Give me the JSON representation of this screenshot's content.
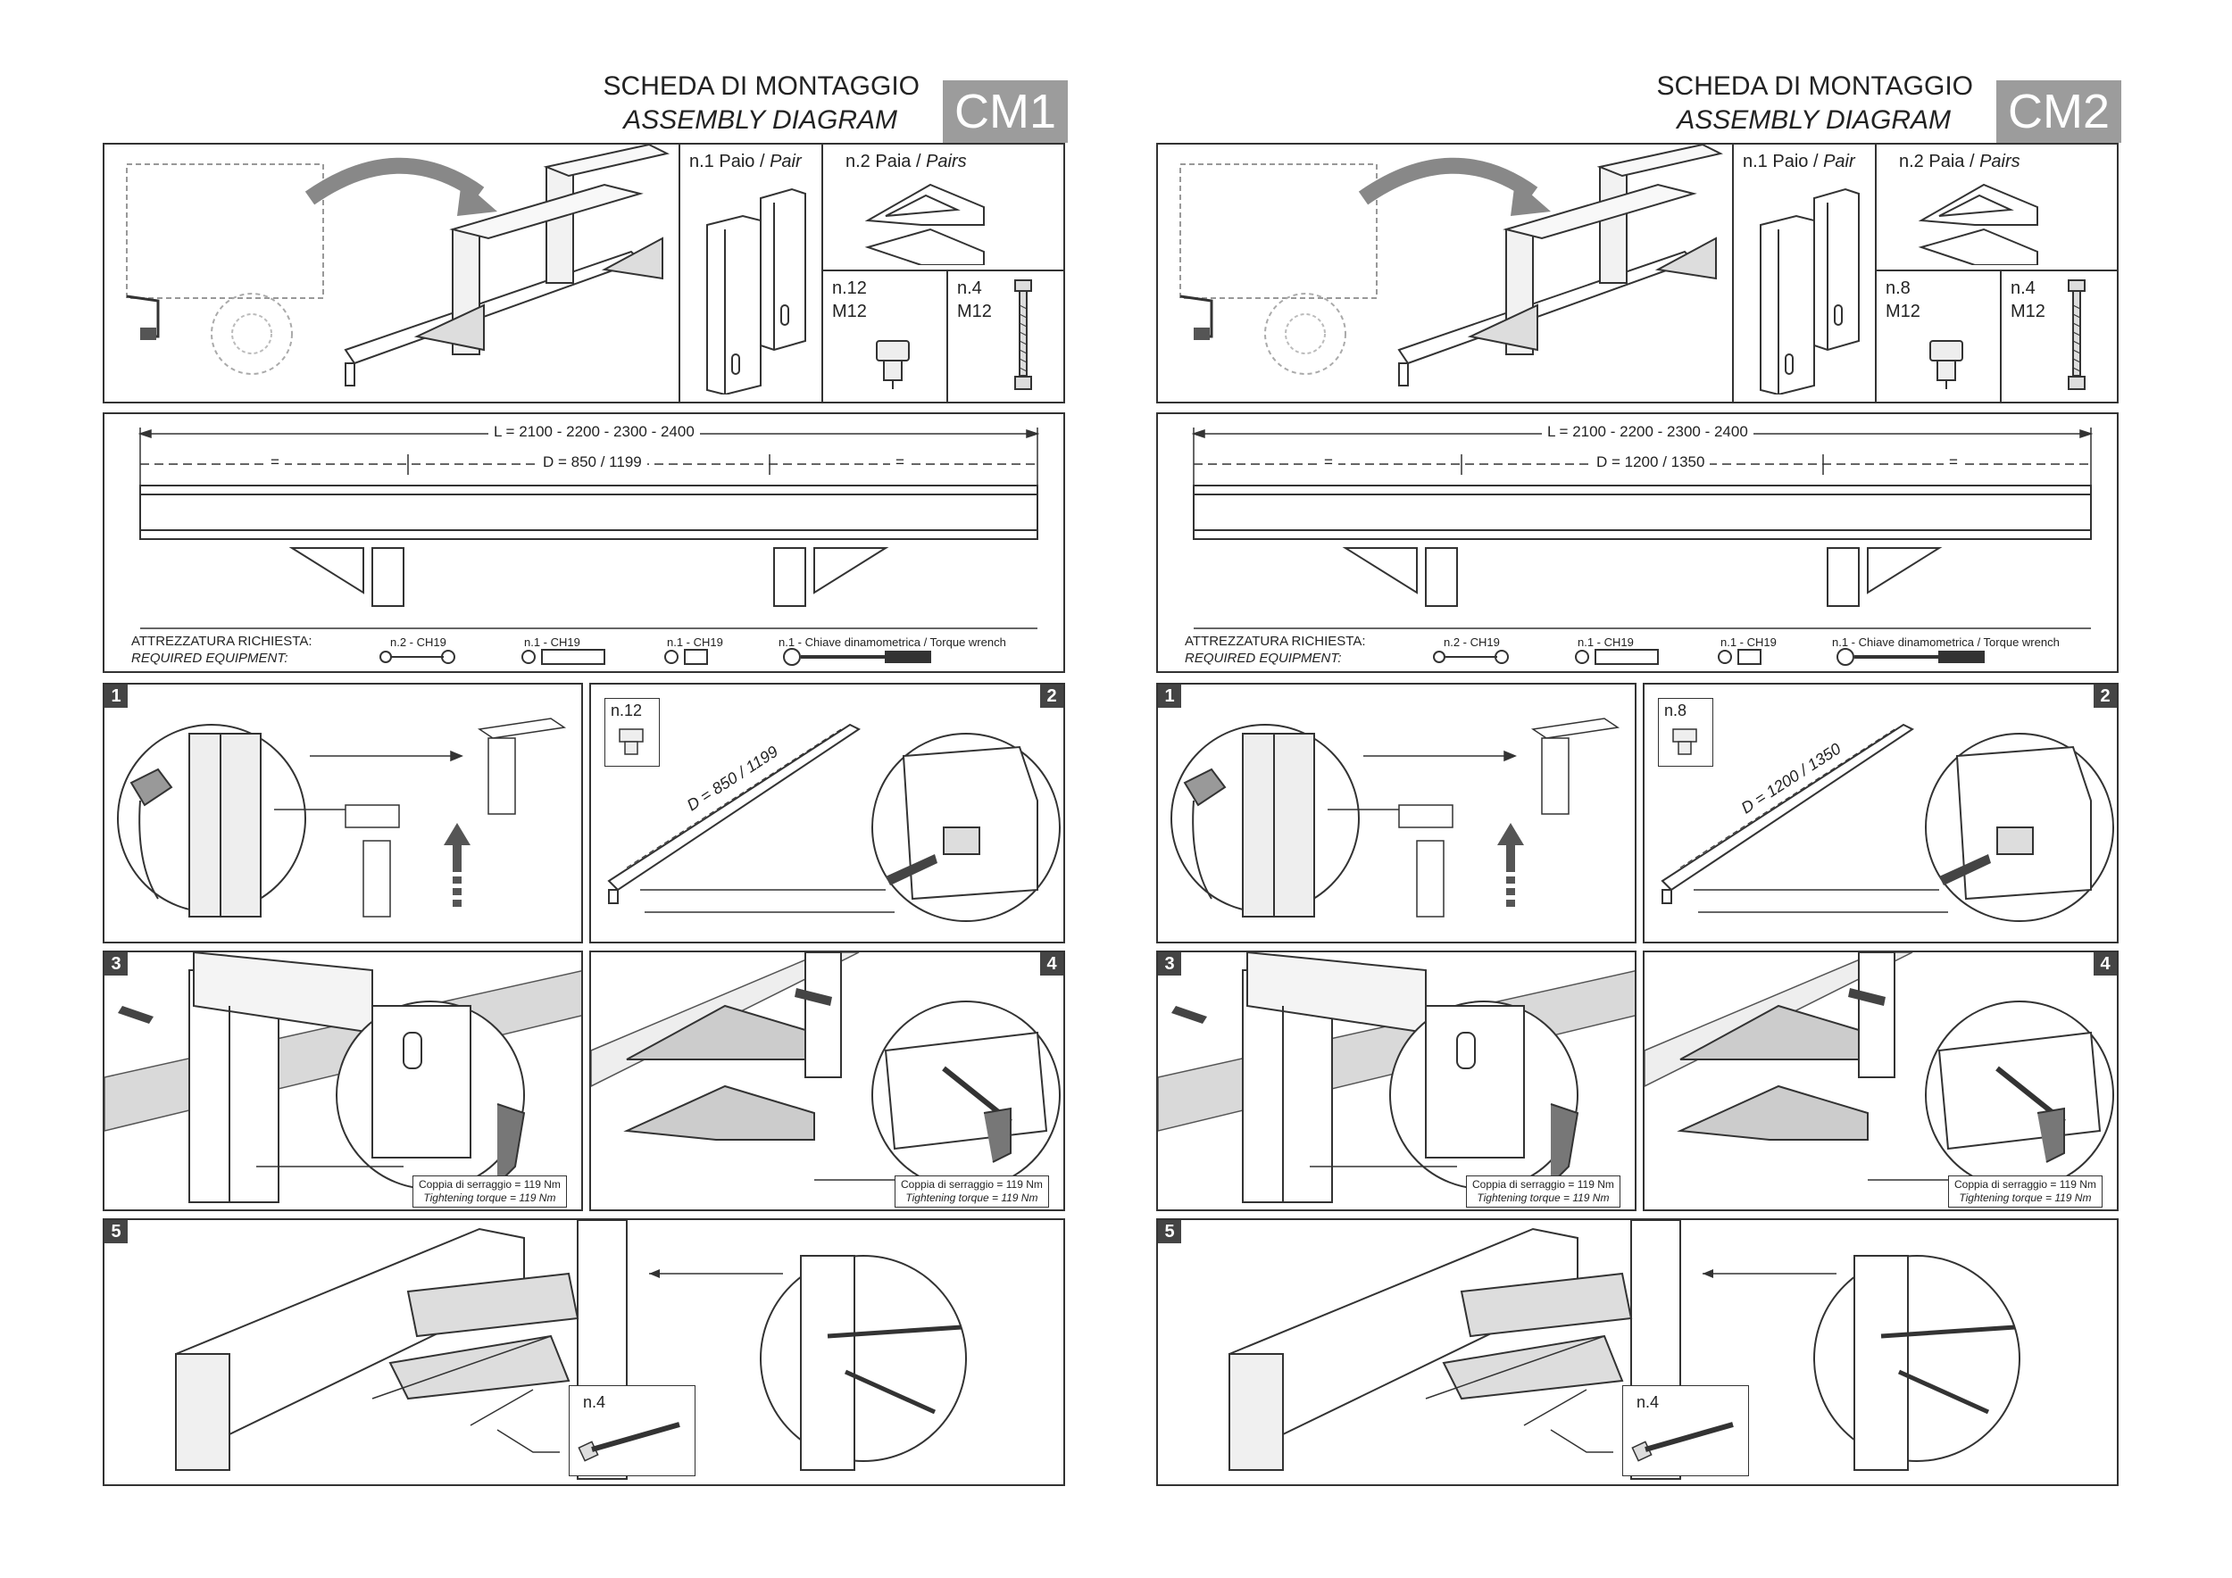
{
  "sheets": [
    {
      "code": "CM1",
      "title_it": "SCHEDA DI MONTAGGIO",
      "title_en": "ASSEMBLY DIAGRAM",
      "parts": {
        "pair_label": "n.1 Paio / ",
        "pair_label_en": "Pair",
        "pairs_label": "n.2 Paia / ",
        "pairs_label_en": "Pairs",
        "nuts_qty": "n.12",
        "nuts_size": "M12",
        "bolts_qty": "n.4",
        "bolts_size": "M12"
      },
      "dimensions": {
        "length": "L = 2100 - 2200 - 2300 - 2400",
        "distance": "D = 850 / 1199",
        "equal": "="
      },
      "equipment": {
        "title_it": "ATTREZZATURA RICHIESTA:",
        "title_en": "REQUIRED EQUIPMENT:",
        "items": [
          "n.2 - CH19",
          "n.1 - CH19",
          "n.1 - CH19",
          "n.1 - Chiave dinamometrica / Torque wrench"
        ]
      },
      "steps": {
        "s1": "1",
        "s2": "2",
        "s3": "3",
        "s4": "4",
        "s5": "5",
        "step2_nuts": "n.12",
        "step2_dim": "D = 850 / 1199",
        "step5_bolts": "n.4"
      },
      "torque": {
        "it": "Coppia di serraggio = 119 Nm",
        "en": "Tightening torque = 119 Nm"
      }
    },
    {
      "code": "CM2",
      "title_it": "SCHEDA DI MONTAGGIO",
      "title_en": "ASSEMBLY DIAGRAM",
      "parts": {
        "pair_label": "n.1 Paio / ",
        "pair_label_en": "Pair",
        "pairs_label": "n.2 Paia / ",
        "pairs_label_en": "Pairs",
        "nuts_qty": "n.8",
        "nuts_size": "M12",
        "bolts_qty": "n.4",
        "bolts_size": "M12"
      },
      "dimensions": {
        "length": "L = 2100 - 2200 - 2300 - 2400",
        "distance": "D = 1200 / 1350",
        "equal": "="
      },
      "equipment": {
        "title_it": "ATTREZZATURA RICHIESTA:",
        "title_en": "REQUIRED EQUIPMENT:",
        "items": [
          "n.2 - CH19",
          "n.1 - CH19",
          "n.1 - CH19",
          "n.1 - Chiave dinamometrica / Torque wrench"
        ]
      },
      "steps": {
        "s1": "1",
        "s2": "2",
        "s3": "3",
        "s4": "4",
        "s5": "5",
        "step2_nuts": "n.8",
        "step2_dim": "D = 1200 / 1350",
        "step5_bolts": "n.4"
      },
      "torque": {
        "it": "Coppia di serraggio = 119 Nm",
        "en": "Tightening torque = 119 Nm"
      }
    }
  ]
}
